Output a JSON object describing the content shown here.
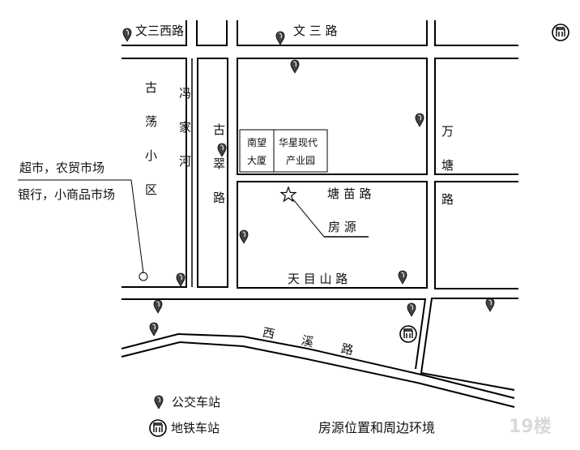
{
  "roads": {
    "wensanxi": "文三西路",
    "wensan": "文 三 路",
    "gudang_xiaoqu": [
      "古",
      "荡",
      "小",
      "区"
    ],
    "fengjiahe": [
      "冯",
      "家",
      "河"
    ],
    "gucui": [
      "古",
      "翠",
      "路"
    ],
    "wantang": [
      "万",
      "塘",
      "路"
    ],
    "tangmiao": "塘 苗 路",
    "tianmushan": "天 目 山 路",
    "xixi": [
      "西",
      "溪",
      "路"
    ]
  },
  "buildings": {
    "nanwang": [
      "南望",
      "大厦"
    ],
    "huaxing": [
      "华星现代",
      "产业园"
    ]
  },
  "annotations": {
    "supermarket": "超市，农贸市场",
    "bank": "银行，小商品市场",
    "house": "房 源"
  },
  "legend": {
    "bus": "公交车站",
    "metro": "地铁车站"
  },
  "caption": "房源位置和周边环境",
  "watermark": "19楼",
  "icons": {
    "bus": "bus-stop-pin-icon",
    "metro": "metro-station-icon",
    "house": "star-icon",
    "poi": "circle-marker-icon"
  }
}
